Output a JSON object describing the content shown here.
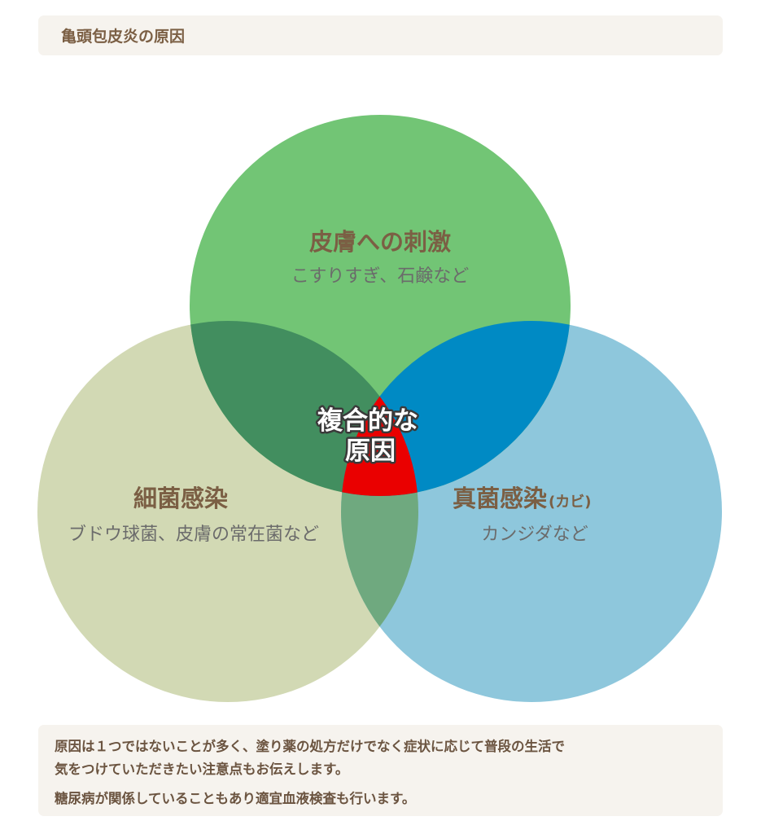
{
  "header": {
    "title": "亀頭包皮炎の原因"
  },
  "diagram": {
    "circles": [
      {
        "id": "top",
        "title": "皮膚への刺激",
        "subtitle": "こすりすぎ、石鹸など",
        "color": "#72c575"
      },
      {
        "id": "left",
        "title": "細菌感染",
        "subtitle": "ブドウ球菌、皮膚の常在菌など",
        "color": "#d2d9b4"
      },
      {
        "id": "right",
        "title": "真菌感染",
        "title_suffix": "(カビ)",
        "subtitle": "カンジダなど",
        "color": "#8ec7dc"
      }
    ],
    "overlap_colors": {
      "top_left": "#428e5f",
      "top_right": "#008ac4",
      "left_right": "#6fa97f",
      "center": "#ea0000"
    },
    "center_label": {
      "line1": "複合的な",
      "line2": "原因"
    }
  },
  "note": {
    "line1": "原因は１つではないことが多く、塗り薬の処方だけでなく症状に応じて普段の生活で",
    "line2": "気をつけていただきたい注意点もお伝えします。",
    "line3": "糖尿病が関係していることもあり適宜血液検査も行います。"
  }
}
